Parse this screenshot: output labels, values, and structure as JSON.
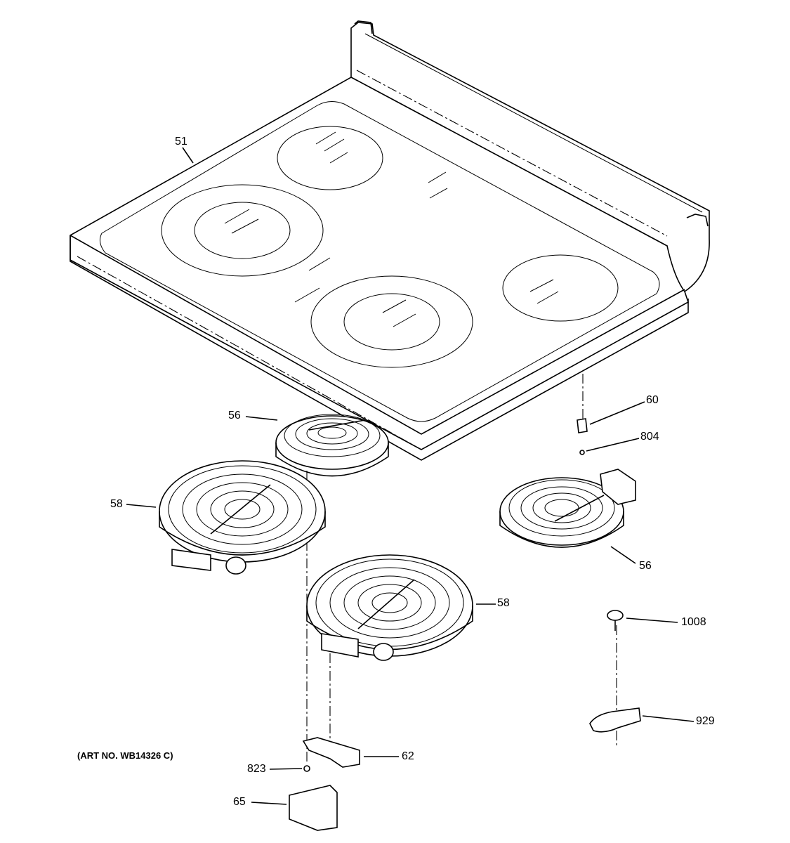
{
  "callouts": {
    "c51": "51",
    "c56a": "56",
    "c58a": "58",
    "c60": "60",
    "c804": "804",
    "c56b": "56",
    "c58b": "58",
    "c1008": "1008",
    "c929": "929",
    "c823": "823",
    "c62": "62",
    "c65": "65"
  },
  "art_number": "(ART NO. WB14326 C)"
}
